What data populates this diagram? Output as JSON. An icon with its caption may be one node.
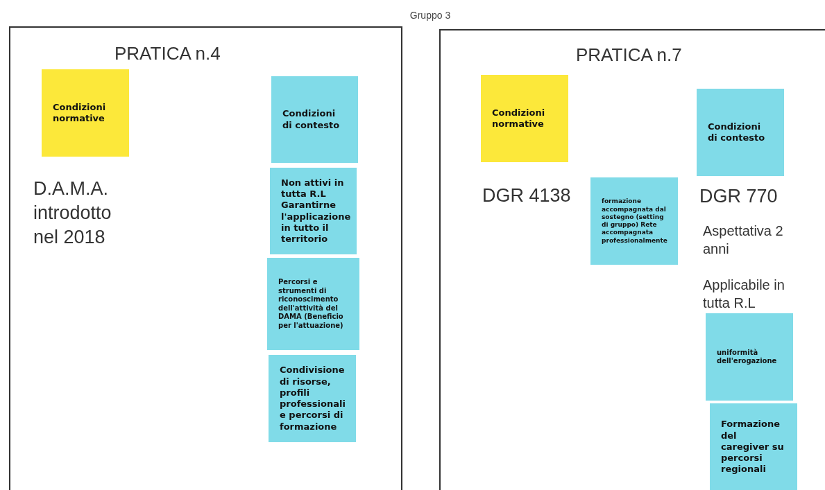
{
  "diagram": {
    "title": "Gruppo 3",
    "nodes": [
      {
        "text": [
          "PRATICA n.4"
        ]
      },
      {
        "text": [
          "Condizioni normative"
        ],
        "in": 0
      },
      {
        "text": [
          "Condizioni di contesto"
        ],
        "in": 0
      },
      {
        "text": [
          "Non attivi in tutta R.L Garantirne l'applicazione in tutto il territorio"
        ],
        "in": 0
      },
      {
        "text": [
          "Percorsi e strumenti di riconoscimento dell'attività del DAMA (Beneficio per l'attuazione)"
        ],
        "in": 0
      },
      {
        "text": [
          "Condivisione di risorse, profili professionali e percorsi di formazione"
        ],
        "in": 0
      },
      {
        "text": [
          "PRATICA n.7"
        ]
      },
      {
        "text": [
          "Condizioni normative"
        ],
        "in": 6
      },
      {
        "text": [
          "Condizioni di contesto"
        ],
        "in": 6
      },
      {
        "text": [
          "formazione accompagnata dal sostegno (setting di gruppo) Rete accompagnata professionalmente"
        ],
        "in": 6
      },
      {
        "text": [
          "uniformità dell'erogazione"
        ],
        "in": 6
      },
      {
        "text": [
          "Formazione del caregiver su percorsi regionali"
        ],
        "in": 6
      }
    ],
    "labels": [
      "D.A.M.A. introdotto nel 2018",
      "DGR 4138",
      "DGR 770",
      "Aspettativa 2 anni",
      "Applicabile in tutta R.L"
    ]
  }
}
